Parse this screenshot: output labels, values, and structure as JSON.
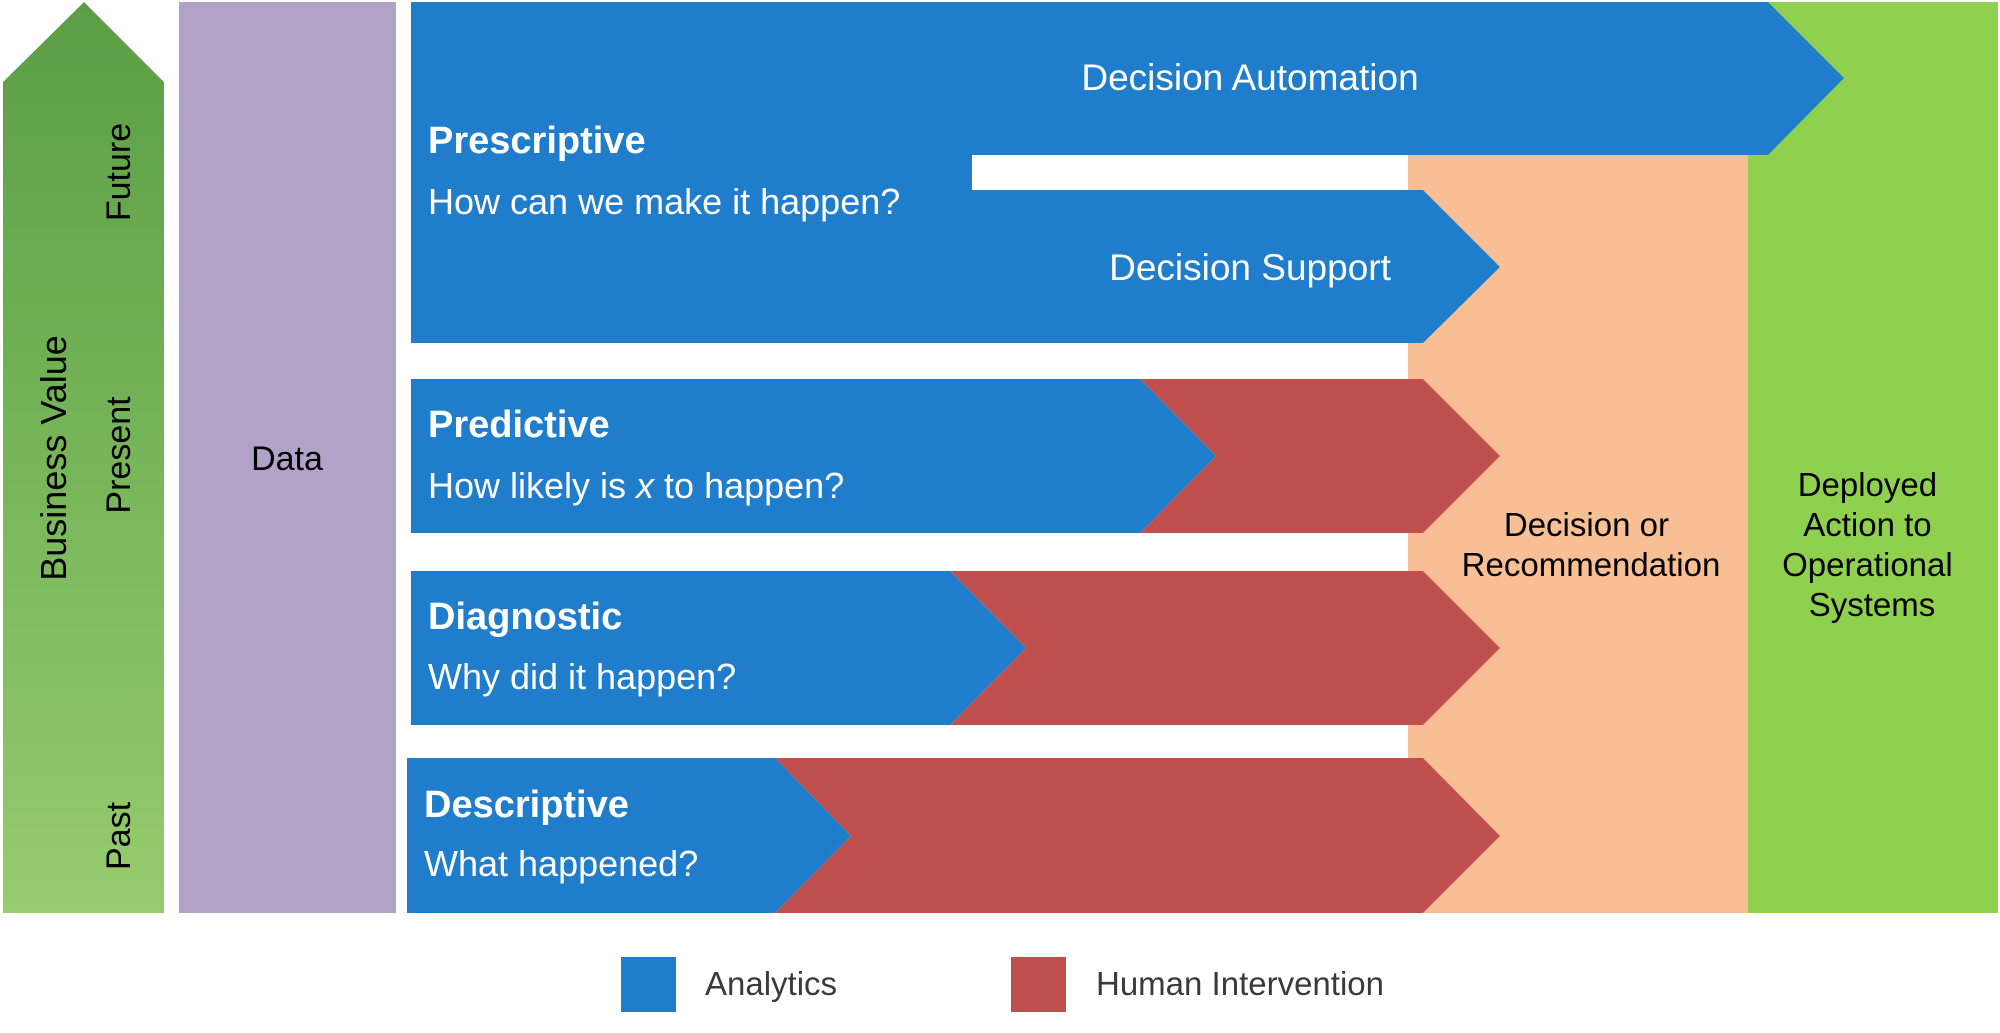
{
  "axis": {
    "title": "Business Value",
    "levels": [
      "Future",
      "Present",
      "Past"
    ]
  },
  "data_label": "Data",
  "rows": [
    {
      "id": "prescriptive",
      "title": "Prescriptive",
      "question": "How can we make it happen?"
    },
    {
      "id": "predictive",
      "title": "Predictive",
      "question_before": "How likely is ",
      "question_var": "x",
      "question_after": " to happen?"
    },
    {
      "id": "diagnostic",
      "title": "Diagnostic",
      "question": "Why did it happen?"
    },
    {
      "id": "descriptive",
      "title": "Descriptive",
      "question": "What happened?"
    }
  ],
  "arrows": {
    "automation": "Decision Automation",
    "support": "Decision Support"
  },
  "decision_box": {
    "lines": [
      "Decision or",
      "Recommendation"
    ]
  },
  "deploy_box": {
    "lines": [
      "Deployed",
      "Action to",
      "Operational",
      "Systems"
    ]
  },
  "legend": [
    {
      "label": "Analytics",
      "color": "#1f7dcb"
    },
    {
      "label": "Human Intervention",
      "color": "#c0504d"
    }
  ],
  "colors": {
    "analytics": "#1f7dcb",
    "human": "#c0504d",
    "data": "#b3a2c8",
    "decision": "#f7bf93",
    "deploy": "#8fd04e",
    "axis_dark": "#5a9e45",
    "axis_light": "#95cc6e"
  }
}
